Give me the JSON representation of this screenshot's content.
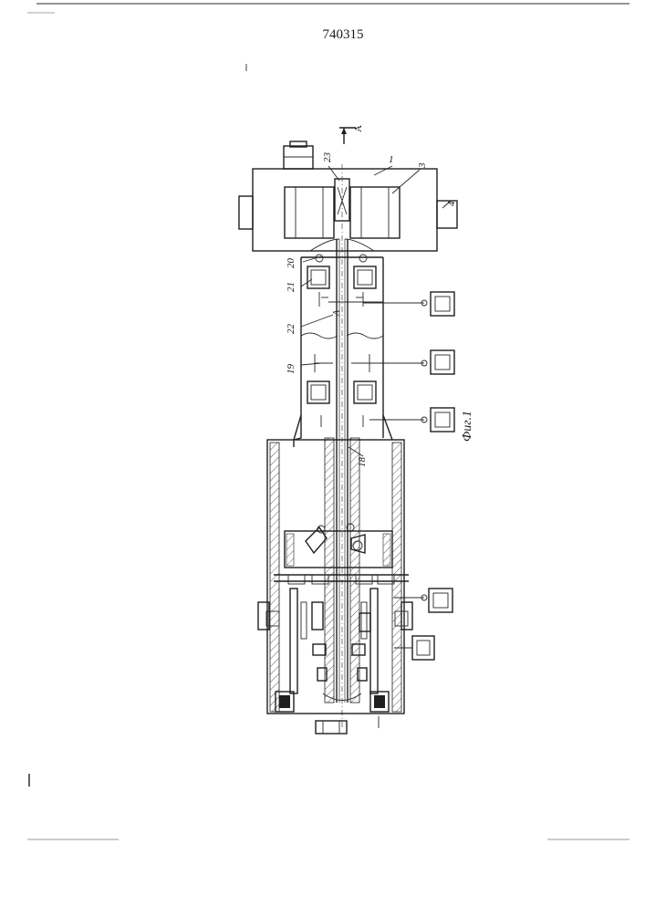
{
  "document": {
    "patent_number": "740315",
    "figure_caption": "Фиг.1",
    "section_mark": "A",
    "callouts": [
      {
        "id": "1",
        "text": "1"
      },
      {
        "id": "3",
        "text": "3"
      },
      {
        "id": "4",
        "text": "4"
      },
      {
        "id": "18",
        "text": "18"
      },
      {
        "id": "19",
        "text": "19"
      },
      {
        "id": "20",
        "text": "20"
      },
      {
        "id": "21",
        "text": "21"
      },
      {
        "id": "22",
        "text": "22"
      },
      {
        "id": "23",
        "text": "23"
      }
    ]
  }
}
